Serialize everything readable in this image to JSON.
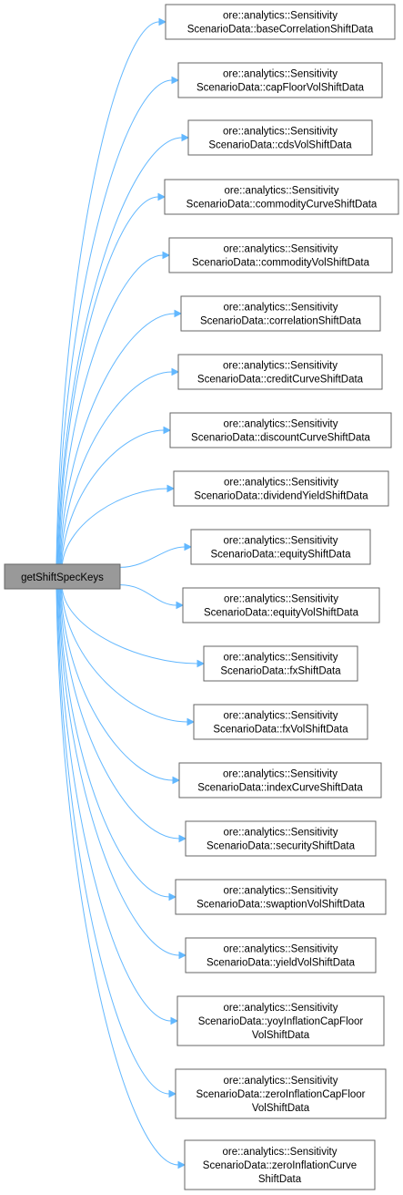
{
  "source": {
    "label": "getShiftSpecKeys"
  },
  "targets": [
    {
      "lines": [
        "ore::analytics::Sensitivity",
        "ScenarioData::baseCorrelationShiftData"
      ]
    },
    {
      "lines": [
        "ore::analytics::Sensitivity",
        "ScenarioData::capFloorVolShiftData"
      ]
    },
    {
      "lines": [
        "ore::analytics::Sensitivity",
        "ScenarioData::cdsVolShiftData"
      ]
    },
    {
      "lines": [
        "ore::analytics::Sensitivity",
        "ScenarioData::commodityCurveShiftData"
      ]
    },
    {
      "lines": [
        "ore::analytics::Sensitivity",
        "ScenarioData::commodityVolShiftData"
      ]
    },
    {
      "lines": [
        "ore::analytics::Sensitivity",
        "ScenarioData::correlationShiftData"
      ]
    },
    {
      "lines": [
        "ore::analytics::Sensitivity",
        "ScenarioData::creditCurveShiftData"
      ]
    },
    {
      "lines": [
        "ore::analytics::Sensitivity",
        "ScenarioData::discountCurveShiftData"
      ]
    },
    {
      "lines": [
        "ore::analytics::Sensitivity",
        "ScenarioData::dividendYieldShiftData"
      ]
    },
    {
      "lines": [
        "ore::analytics::Sensitivity",
        "ScenarioData::equityShiftData"
      ]
    },
    {
      "lines": [
        "ore::analytics::Sensitivity",
        "ScenarioData::equityVolShiftData"
      ]
    },
    {
      "lines": [
        "ore::analytics::Sensitivity",
        "ScenarioData::fxShiftData"
      ]
    },
    {
      "lines": [
        "ore::analytics::Sensitivity",
        "ScenarioData::fxVolShiftData"
      ]
    },
    {
      "lines": [
        "ore::analytics::Sensitivity",
        "ScenarioData::indexCurveShiftData"
      ]
    },
    {
      "lines": [
        "ore::analytics::Sensitivity",
        "ScenarioData::securityShiftData"
      ]
    },
    {
      "lines": [
        "ore::analytics::Sensitivity",
        "ScenarioData::swaptionVolShiftData"
      ]
    },
    {
      "lines": [
        "ore::analytics::Sensitivity",
        "ScenarioData::yieldVolShiftData"
      ]
    },
    {
      "lines": [
        "ore::analytics::Sensitivity",
        "ScenarioData::yoyInflationCapFloor",
        "VolShiftData"
      ]
    },
    {
      "lines": [
        "ore::analytics::Sensitivity",
        "ScenarioData::zeroInflationCapFloor",
        "VolShiftData"
      ]
    },
    {
      "lines": [
        "ore::analytics::Sensitivity",
        "ScenarioData::zeroInflationCurve",
        "ShiftData"
      ]
    }
  ],
  "colors": {
    "edge": "#63b8ff",
    "source_fill": "#999999",
    "border": "#666666"
  }
}
